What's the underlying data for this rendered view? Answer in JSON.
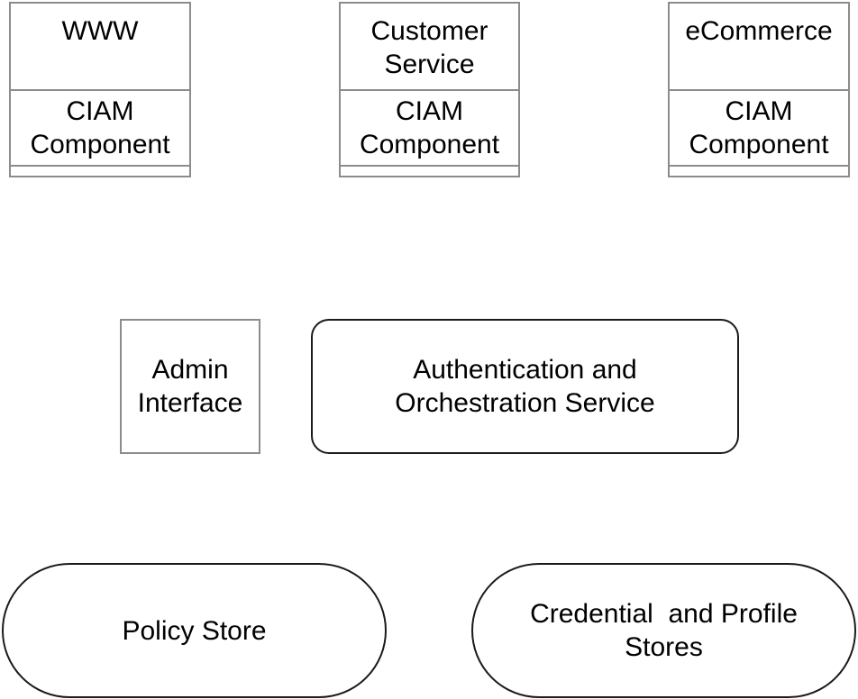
{
  "apps": [
    {
      "title": "WWW",
      "component": "CIAM\nComponent"
    },
    {
      "title": "Customer\nService",
      "component": "CIAM\nComponent"
    },
    {
      "title": "eCommerce",
      "component": "CIAM\nComponent"
    }
  ],
  "admin_interface": "Admin\nInterface",
  "auth_service": "Authentication and\nOrchestration Service",
  "policy_store": "Policy Store",
  "credential_store": "Credential  and Profile\nStores"
}
